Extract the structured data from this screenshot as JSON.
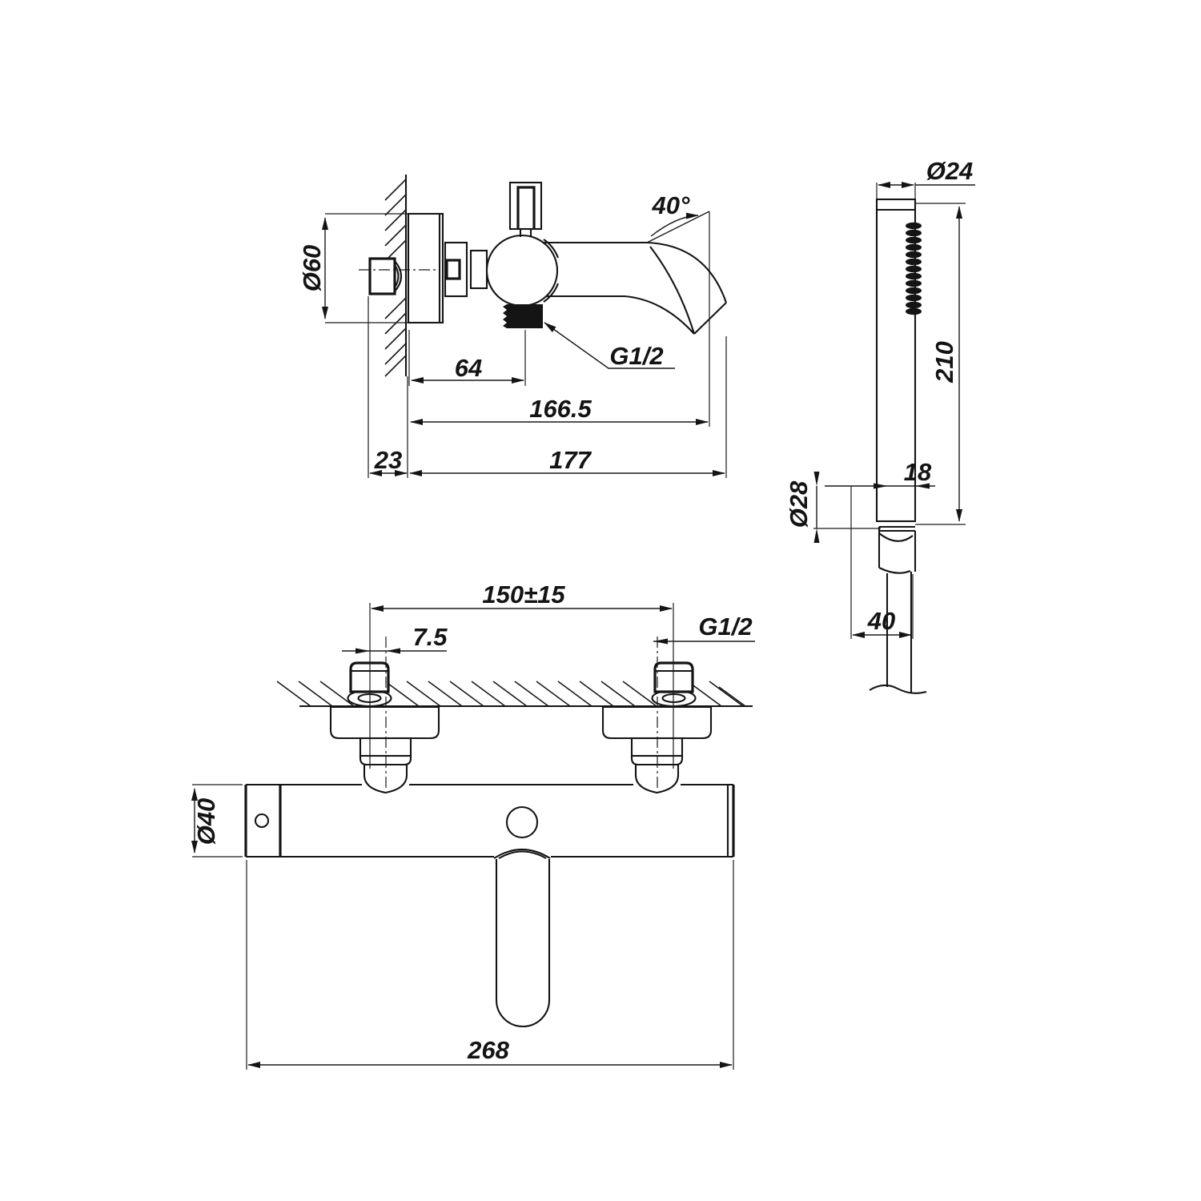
{
  "drawing": {
    "background": "#ffffff",
    "line_color": "#141414",
    "views": {
      "spout_side_view": {
        "labels": {
          "escutcheon_diameter": "Ø60",
          "spout_angle": "40°",
          "thread": "G1/2",
          "wall_to_outlet": "64",
          "wall_to_spout_end": "166.5",
          "wall_offset": "23",
          "total_projection": "177"
        }
      },
      "hand_shower_view": {
        "labels": {
          "handle_diameter": "Ø24",
          "handle_length": "210",
          "holder_offset": "18",
          "holder_diameter": "Ø28",
          "holder_depth": "40"
        }
      },
      "mixer_front_view": {
        "labels": {
          "inlet_spacing": "150±15",
          "eccentric_offset": "7.5",
          "thread": "G1/2",
          "body_diameter": "Ø40",
          "body_length": "268"
        }
      }
    }
  }
}
